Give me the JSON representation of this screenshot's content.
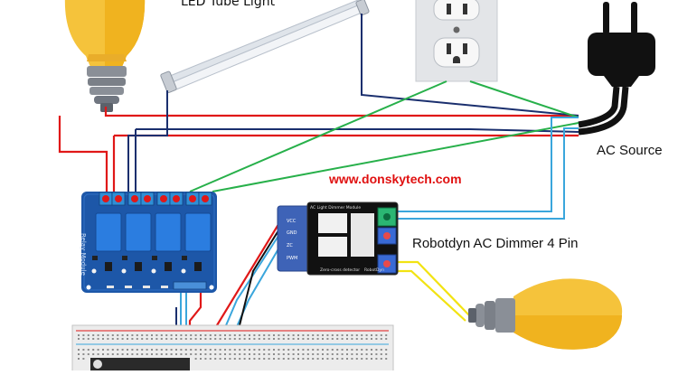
{
  "labels": {
    "led_tube": "LED Tube Light",
    "ac_source": "AC Source",
    "website": "www.donskytech.com",
    "dimmer_title": "Robotdyn AC Dimmer 4 Pin"
  },
  "relay_module": {
    "side_text": "Relay Module",
    "channels": 4
  },
  "dimmer_module": {
    "pins": [
      "VCC",
      "GND",
      "ZC",
      "PWM"
    ],
    "header_text": "AC Light Dimmer Module",
    "footer_text": "Zero-cross detector",
    "brand": "RobotDyn"
  },
  "colors": {
    "wire_red": "#e01818",
    "wire_blue": "#1a2f6e",
    "wire_green": "#27b04a",
    "wire_light_blue": "#3aa6dc",
    "wire_black": "#111111",
    "wire_yellow": "#f2e312",
    "relay_board": "#1d57a8",
    "bulb_yellow": "#f5c33b"
  },
  "icons": [
    "light-bulb-icon",
    "led-tube-icon",
    "wall-outlet-icon",
    "ac-plug-icon",
    "relay-module-icon",
    "dimmer-module-icon",
    "breadboard-icon"
  ]
}
